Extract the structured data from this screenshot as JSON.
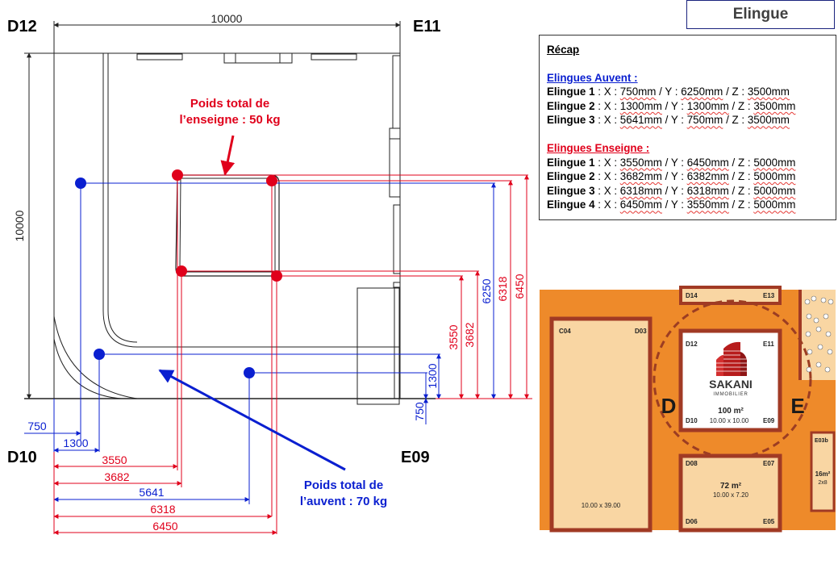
{
  "header": {
    "title": "Elingue"
  },
  "corners": {
    "d12": "D12",
    "e11": "E11",
    "d10": "D10",
    "e09": "E09"
  },
  "dims": {
    "top": "10000",
    "left": "10000",
    "bottom": [
      "750",
      "1300",
      "3550",
      "3682",
      "5641",
      "6318",
      "6450"
    ],
    "right": [
      "750",
      "1300",
      "3550",
      "3682",
      "6250",
      "6318",
      "6450"
    ]
  },
  "callouts": {
    "enseigne": [
      "Poids total de",
      "l’enseigne : 50 kg"
    ],
    "auvent": [
      "Poids total de",
      "l’auvent : 70 kg"
    ]
  },
  "recap": {
    "title": "Récap",
    "auvent_title": "Elingues Auvent :",
    "auvent": [
      {
        "name": "Elingue 1",
        "x": "750mm",
        "y": "6250mm",
        "z": "3500mm"
      },
      {
        "name": "Elingue 2",
        "x": "1300mm",
        "y": "1300mm",
        "z": "3500mm"
      },
      {
        "name": "Elingue 3",
        "x": "5641mm",
        "y": "750mm",
        "z": "3500mm"
      }
    ],
    "enseigne_title": "Elingues Enseigne :",
    "enseigne": [
      {
        "name": "Elingue 1",
        "x": "3550mm",
        "y": "6450mm",
        "z": "5000mm"
      },
      {
        "name": "Elingue 2",
        "x": "3682mm",
        "y": "6382mm",
        "z": "5000mm"
      },
      {
        "name": "Elingue 3",
        "x": "6318mm",
        "y": "6318mm",
        "z": "5000mm"
      },
      {
        "name": "Elingue 4",
        "x": "6450mm",
        "y": "3550mm",
        "z": "5000mm"
      }
    ]
  },
  "map": {
    "stands": {
      "c04": "C04",
      "d03": "D03",
      "d14": "D14",
      "e13": "E13",
      "d12": "D12",
      "e11": "E11",
      "d10": "D10",
      "e09": "E09",
      "d08": "D08",
      "e07": "E07",
      "d06": "D06",
      "e05": "E05",
      "e03b": "E03b"
    },
    "main_area": "100 m²",
    "main_size": "10.00 x 10.00",
    "left_size": "10.00 x 39.00",
    "lower_area": "72 m²",
    "lower_size": "10.00 x 7.20",
    "small_area": "16m²",
    "small_size": "2x8",
    "letter_d": "D",
    "letter_e": "E",
    "logo_main": "SAKANI",
    "logo_sub": "IMMOBILIER",
    "colors": {
      "background": "#ee8a2a",
      "stand": "#f9d6a3",
      "border": "#a13a24",
      "dashed": "#9c3d22"
    }
  },
  "colors": {
    "red": "#e0001b",
    "blue": "#0a1fd0",
    "line": "#222222"
  }
}
